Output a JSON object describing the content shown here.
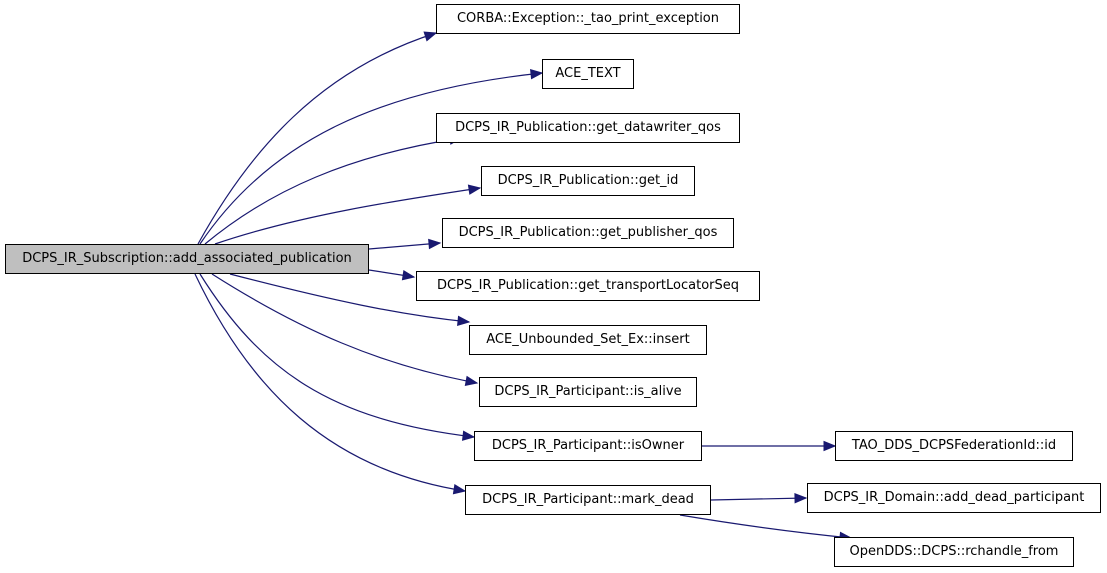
{
  "colors": {
    "edge": "#191970",
    "root_fill": "#bfbfbf",
    "node_fill": "#ffffff",
    "border": "#000000"
  },
  "nodes": {
    "root": "DCPS_IR_Subscription::add_associated_publication",
    "tao_print_exception": "CORBA::Exception::_tao_print_exception",
    "ace_text": "ACE_TEXT",
    "get_datawriter_qos": "DCPS_IR_Publication::get_datawriter_qos",
    "get_id": "DCPS_IR_Publication::get_id",
    "get_publisher_qos": "DCPS_IR_Publication::get_publisher_qos",
    "get_transport_locator_seq": "DCPS_IR_Publication::get_transportLocatorSeq",
    "unbounded_set_insert": "ACE_Unbounded_Set_Ex::insert",
    "is_alive": "DCPS_IR_Participant::is_alive",
    "is_owner": "DCPS_IR_Participant::isOwner",
    "federation_id": "TAO_DDS_DCPSFederationId::id",
    "mark_dead": "DCPS_IR_Participant::mark_dead",
    "add_dead_participant": "DCPS_IR_Domain::add_dead_participant",
    "rchandle_from": "OpenDDS::DCPS::rchandle_from"
  },
  "edges": [
    [
      "root",
      "tao_print_exception"
    ],
    [
      "root",
      "ace_text"
    ],
    [
      "root",
      "get_datawriter_qos"
    ],
    [
      "root",
      "get_id"
    ],
    [
      "root",
      "get_publisher_qos"
    ],
    [
      "root",
      "get_transport_locator_seq"
    ],
    [
      "root",
      "unbounded_set_insert"
    ],
    [
      "root",
      "is_alive"
    ],
    [
      "root",
      "is_owner"
    ],
    [
      "root",
      "mark_dead"
    ],
    [
      "is_owner",
      "federation_id"
    ],
    [
      "mark_dead",
      "add_dead_participant"
    ],
    [
      "mark_dead",
      "rchandle_from"
    ]
  ]
}
